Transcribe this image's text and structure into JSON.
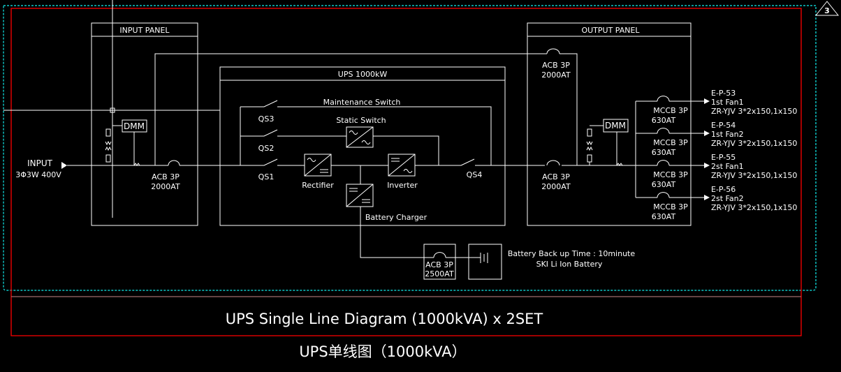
{
  "sheet": {
    "revision_mark": "3",
    "title": "UPS Single Line Diagram (1000kVA) x 2SET",
    "subtitle": "UPS单线图（1000kVA）"
  },
  "input_panel": {
    "title": "INPUT PANEL",
    "input_label": "INPUT",
    "input_spec": "3Φ3W 400V",
    "meter": "DMM",
    "acb": {
      "type": "ACB 3P",
      "rating": "2000AT"
    }
  },
  "ups": {
    "title": "UPS 1000kW",
    "maintenance_switch": "Maintenance Switch",
    "static_switch": "Static Switch",
    "switches": [
      "QS3",
      "QS2",
      "QS1",
      "QS4"
    ],
    "rectifier": "Rectifier",
    "inverter": "Inverter",
    "battery_charger": "Battery Charger"
  },
  "battery": {
    "acb": {
      "type": "ACB 3P",
      "rating": "2500AT"
    },
    "backup_time": "Battery Back up Time : 10minute",
    "type": "SKI Li Ion Battery"
  },
  "output_panel": {
    "title": "OUTPUT PANEL",
    "meter": "DMM",
    "acb_top": {
      "type": "ACB 3P",
      "rating": "2000AT"
    },
    "acb_main": {
      "type": "ACB 3P",
      "rating": "2000AT"
    },
    "feeders": [
      {
        "breaker": "MCCB 3P",
        "rating": "630AT",
        "id": "E-P-53",
        "load": "1st Fan1",
        "cable": "ZR-YJV 3*2x150,1x150"
      },
      {
        "breaker": "MCCB 3P",
        "rating": "630AT",
        "id": "E-P-54",
        "load": "1st Fan2",
        "cable": "ZR-YJV 3*2x150,1x150"
      },
      {
        "breaker": "MCCB 3P",
        "rating": "630AT",
        "id": "E-P-55",
        "load": "2st Fan1",
        "cable": "ZR-YJV 3*2x150,1x150"
      },
      {
        "breaker": "MCCB 3P",
        "rating": "630AT",
        "id": "E-P-56",
        "load": "2st Fan2",
        "cable": "ZR-YJV 3*2x150,1x150"
      }
    ]
  }
}
